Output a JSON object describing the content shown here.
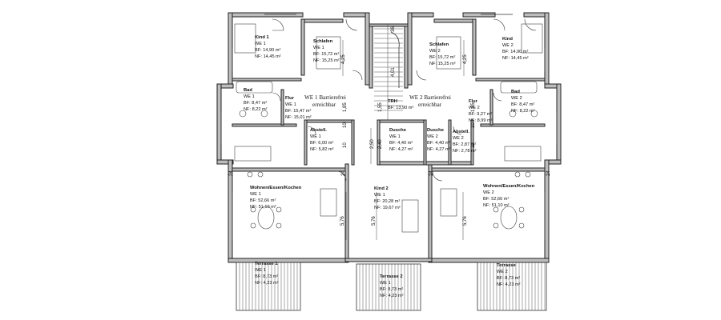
{
  "rooms": [
    {
      "id": "kind1",
      "name": "Kind 1",
      "we": "WE 1",
      "bf": "BF:  14,90 m²",
      "nf": "NF:  14,45 m²"
    },
    {
      "id": "schlafen1",
      "name": "Schlafen",
      "we": "WE 1",
      "bf": "BF:  15,72 m²",
      "nf": "NF:  15,25 m²"
    },
    {
      "id": "schlafen2",
      "name": "Schlafen",
      "we": "WE 2",
      "bf": "BF:  15,72 m²",
      "nf": "NF:  15,25 m²"
    },
    {
      "id": "kind2top",
      "name": "Kind",
      "we": "WE 2",
      "bf": "BF:  14,90 m²",
      "nf": "NF:  14,45 m²"
    },
    {
      "id": "bad1",
      "name": "Bad",
      "we": "WE 1",
      "bf": "BF:  8,47 m²",
      "nf": "NF:  8,22 m²"
    },
    {
      "id": "flur1",
      "name": "Flur",
      "we": "WE 1",
      "bf": "BF:  15,47 m²",
      "nf": "NF:  15,01 m²"
    },
    {
      "id": "trh",
      "name": "TRH",
      "we": "",
      "bf": "BF:  13,90 m²",
      "nf": ""
    },
    {
      "id": "flur2",
      "name": "Flur",
      "we": "WE 2",
      "bf": "BF:  9,27 m²",
      "nf": "NF:  8,99 m²"
    },
    {
      "id": "bad2",
      "name": "Bad",
      "we": "WE 2",
      "bf": "BF:  8,47 m²",
      "nf": "NF:  8,22 m²"
    },
    {
      "id": "abstell1",
      "name": "Abstell.",
      "we": "WE 1",
      "bf": "BF:  6,00 m²",
      "nf": "NF:  5,82 m²"
    },
    {
      "id": "dusche1",
      "name": "Dusche",
      "we": "WE 1",
      "bf": "BF:  4,40 m²",
      "nf": "NF:  4,27 m²"
    },
    {
      "id": "dusche2",
      "name": "Dusche",
      "we": "WE 2",
      "bf": "BF:  4,40 m²",
      "nf": "NF:  4,27 m²"
    },
    {
      "id": "abstell2",
      "name": "Abstell.",
      "we": "WE 2",
      "bf": "BF:  2,87 m²",
      "nf": "NF:  2,78 m²"
    },
    {
      "id": "wohnen1",
      "name": "Wohnen/Essen/Kochen",
      "we": "WE 1",
      "bf": "BF:  52,66 m²",
      "nf": "NF:  51,10 m²"
    },
    {
      "id": "kind2",
      "name": "Kind 2",
      "we": "WE 1",
      "bf": "BF:  20,28 m²",
      "nf": "NF:  19,67 m²"
    },
    {
      "id": "wohnen2",
      "name": "Wohnen/Essen/Kochen",
      "we": "WE 2",
      "bf": "BF:  52,66 m²",
      "nf": "NF:  51,10 m²"
    },
    {
      "id": "terrasse1",
      "name": "Terrasse 1",
      "we": "WE 1",
      "bf": "BF:  8,73 m²",
      "nf": "NF:  4,23 m²"
    },
    {
      "id": "terrasse2",
      "name": "Terrasse 2",
      "we": "WE 1",
      "bf": "BF:  8,73 m²",
      "nf": "NF:  4,23 m²"
    },
    {
      "id": "terrasse3",
      "name": "Terrasse",
      "we": "WE 2",
      "bf": "BF:  8,73 m²",
      "nf": "NF:  4,23 m²"
    }
  ],
  "notes": {
    "we1_barrier": "WE 1 Barrierefrei",
    "we1_barrier2": "erreichbar",
    "we2_barrier": "WE 2 Barrierefrei",
    "we2_barrier2": "erreichbar"
  },
  "dimensions": [
    "36",
    "4,01",
    "1,55",
    "2,50",
    "2,40",
    "4,25",
    "4,25",
    "1,85",
    "1,85",
    "5,76",
    "5,76",
    "5,76",
    "24",
    "24",
    "10",
    "10",
    "10",
    "10",
    "24",
    "24"
  ]
}
